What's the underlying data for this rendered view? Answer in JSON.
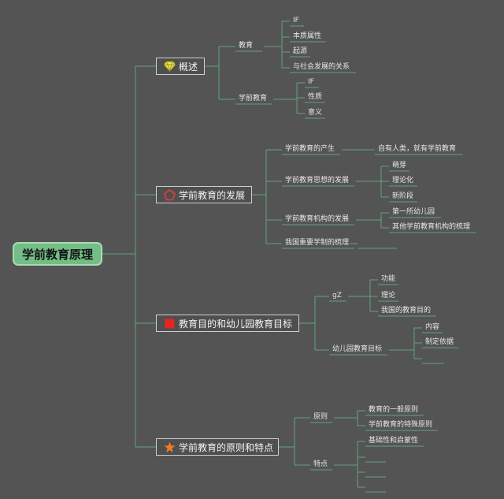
{
  "root": {
    "label": "学前教育原理"
  },
  "colors": {
    "line": "#5fa57a",
    "background": "#545454",
    "root_fill": "#74bd87"
  },
  "branches": [
    {
      "label": "概述",
      "icon": "diamond-icon",
      "children": [
        {
          "label": "教育",
          "children": [
            "IF",
            "本质属性",
            "起源",
            "与社会发展的关系"
          ]
        },
        {
          "label": "学前教育",
          "children": [
            "IF",
            "性质",
            "意义"
          ]
        }
      ]
    },
    {
      "label": "学前教育的发展",
      "icon": "pentagon-icon",
      "children": [
        {
          "label": "学前教育的产生",
          "children": [
            "自有人类，就有学前教育"
          ]
        },
        {
          "label": "学前教育思想的发展",
          "children": [
            "萌芽",
            "理论化",
            "新阶段"
          ]
        },
        {
          "label": "学前教育机构的发展",
          "children": [
            "第一所幼儿园",
            "其他学前教育机构的梳理"
          ]
        },
        {
          "label": "我国重要学制的梳理",
          "children": [
            ""
          ]
        }
      ]
    },
    {
      "label": "教育目的和幼儿园教育目标",
      "icon": "square-icon",
      "children": [
        {
          "label": "gZ",
          "children": [
            "功能",
            "理论",
            "我国的教育目的"
          ]
        },
        {
          "label": "幼儿园教育目标",
          "children": [
            "内容",
            "制定依据",
            ""
          ]
        }
      ]
    },
    {
      "label": "学前教育的原则和特点",
      "icon": "star-icon",
      "children": [
        {
          "label": "原则",
          "children": [
            "教育的一般原则",
            "学前教育的特殊原则"
          ]
        },
        {
          "label": "特点",
          "children": [
            "基础性和启蒙性",
            "",
            "",
            ""
          ]
        }
      ]
    }
  ]
}
